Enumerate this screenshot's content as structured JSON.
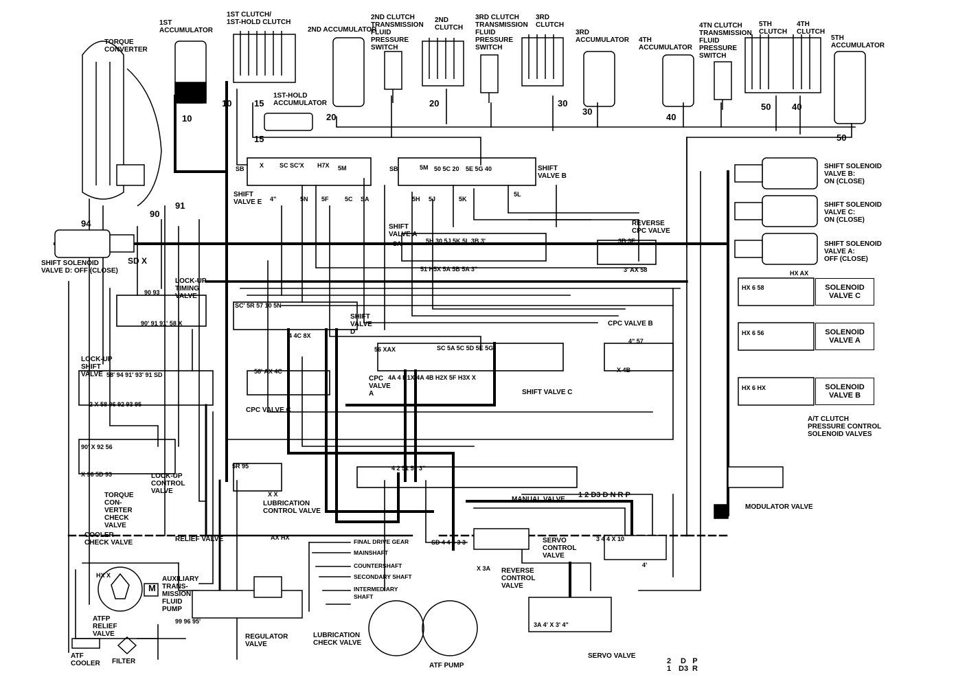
{
  "components": {
    "torque_converter": "TORQUE\nCONVERTER",
    "acc_1st": "1ST\nACCUMULATOR",
    "clutch_1st": "1ST CLUTCH/\n1ST-HOLD CLUTCH",
    "acc_2nd": "2ND ACCUMULATOR",
    "clutch2_tfps": "2ND CLUTCH\nTRANSMISSION\nFLUID\nPRESSURE\nSWITCH",
    "clutch_2nd": "2ND\nCLUTCH",
    "clutch3_tfps": "3RD CLUTCH\nTRANSMISSION\nFLUID\nPRESSURE\nSWITCH",
    "clutch_3rd": "3RD\nCLUTCH",
    "acc_3rd": "3RD\nACCUMULATOR",
    "acc_4th": "4TH\nACCUMULATOR",
    "clutch4_tfps": "4TN CLUTCH\nTRANSMISSION\nFLUID\nPRESSURE\nSWITCH",
    "clutch_5th": "5TH\nCLUTCH",
    "clutch_4th": "4TH\nCLUTCH",
    "acc_5th": "5TH\nACCUMULATOR",
    "acc_1st_hold": "1ST-HOLD\nACCUMULATOR",
    "ssv_b": "SHIFT SOLENOID\nVALVE B:\nON (CLOSE)",
    "ssv_c": "SHIFT SOLENOID\nVALVE C:\nON (CLOSE)",
    "ssv_a": "SHIFT SOLENOID\nVALVE A:\nOFF (CLOSE)",
    "ssv_d": "SHIFT SOLENOID\nVALVE D: OFF (CLOSE)",
    "shift_valve_e": "SHIFT\nVALVE E",
    "shift_valve_b": "SHIFT\nVALVE B",
    "shift_valve_a": "SHIFT\nVALVE A",
    "reverse_cpc": "REVERSE\nCPC VALVE",
    "lockup_timing": "LOCK-UP\nTIMING\nVALVE",
    "shift_valve_d": "SHIFT\nVALVE\nD",
    "cpc_valve_b": "CPC VALVE B",
    "lockup_shift": "LOCK-UP\nSHIFT\nVALVE",
    "cpc_valve_a": "CPC\nVALVE\nA",
    "cpc_valve_c": "CPC VALVE C",
    "shift_valve_c": "SHIFT VALVE C",
    "sol_c": "SOLENOID\nVALVE C",
    "sol_a": "SOLENOID\nVALVE A",
    "sol_b": "SOLENOID\nVALVE B",
    "at_clutch": "A/T CLUTCH\nPRESSURE CONTROL\nSOLENOID VALVES",
    "lockup_control": "LOCK-UP\nCONTROL\nVALVE",
    "tc_check": "TORQUE\nCON-\nVERTER\nCHECK\nVALVE",
    "lube_control": "LUBRICATION\nCONTROL VALVE",
    "manual_valve": "MANUAL VALVE",
    "modulator": "MODULATOR VALVE",
    "cooler_check": "COOLER\nCHECK VALVE",
    "relief": "RELIEF VALVE",
    "final_drive": "FINAL DRIVE GEAR",
    "mainshaft": "MAINSHAFT",
    "countershaft": "COUNTERSHAFT",
    "secondary_shaft": "SECONDARY SHAFT",
    "intermediary_shaft": "INTERMEDIARY\nSHAFT",
    "servo_control": "SERVO\nCONTROL\nVALVE",
    "reverse_control": "REVERSE\nCONTROL\nVALVE",
    "aux_pump": "AUXILIARY\nTRANS-\nMISSION\nFLUID\nPUMP",
    "atfp_relief": "ATFP\nRELIEF\nVALVE",
    "regulator": "REGULATOR\nVALVE",
    "lube_check": "LUBRICATION\nCHECK VALVE",
    "atf_pump": "ATF PUMP",
    "servo_valve": "SERVO VALVE",
    "atf_cooler": "ATF\nCOOLER",
    "filter": "FILTER",
    "motor": "M"
  },
  "manual_positions": "1 2 D3 D N R P",
  "lever_positions": [
    "2\n1",
    "D\nD3",
    "P\nR"
  ],
  "line_numbers": [
    {
      "id": "n10a",
      "t": "10"
    },
    {
      "id": "n10b",
      "t": "10"
    },
    {
      "id": "n15",
      "t": "15"
    },
    {
      "id": "n15b",
      "t": "15"
    },
    {
      "id": "n20a",
      "t": "20"
    },
    {
      "id": "n20b",
      "t": "20"
    },
    {
      "id": "n30a",
      "t": "30"
    },
    {
      "id": "n30b",
      "t": "30"
    },
    {
      "id": "n40a",
      "t": "40"
    },
    {
      "id": "n40b",
      "t": "40"
    },
    {
      "id": "n50a",
      "t": "50"
    },
    {
      "id": "n50b",
      "t": "50"
    },
    {
      "id": "n91",
      "t": "91"
    },
    {
      "id": "n90",
      "t": "90"
    },
    {
      "id": "n94",
      "t": "94"
    }
  ],
  "port_labels": [
    {
      "id": "p1",
      "t": "SB"
    },
    {
      "id": "p2",
      "t": "X"
    },
    {
      "id": "p3",
      "t": "SC SC'X"
    },
    {
      "id": "p4",
      "t": "H7X"
    },
    {
      "id": "p5",
      "t": "5M"
    },
    {
      "id": "p6",
      "t": "SB"
    },
    {
      "id": "p7",
      "t": "5M"
    },
    {
      "id": "p8",
      "t": "50 5C 20"
    },
    {
      "id": "p9",
      "t": "5E 5G 40"
    },
    {
      "id": "p10",
      "t": "4\""
    },
    {
      "id": "p11",
      "t": "5N"
    },
    {
      "id": "p12",
      "t": "5F"
    },
    {
      "id": "p13",
      "t": "5C"
    },
    {
      "id": "p14",
      "t": "SA"
    },
    {
      "id": "p15",
      "t": "5H"
    },
    {
      "id": "p16",
      "t": "5J"
    },
    {
      "id": "p17",
      "t": "5K"
    },
    {
      "id": "p18",
      "t": "5L"
    },
    {
      "id": "p19",
      "t": "5H 30 5J 5K 5L 3B 3'"
    },
    {
      "id": "p20",
      "t": "SA"
    },
    {
      "id": "p21",
      "t": "51 H5X 5A 5B 5A 3\""
    },
    {
      "id": "p22",
      "t": "3B 3E"
    },
    {
      "id": "p23",
      "t": "3' AX 58"
    },
    {
      "id": "p24",
      "t": "SC' 5R 57 10 5N"
    },
    {
      "id": "p25",
      "t": "4 4C 8X"
    },
    {
      "id": "p26",
      "t": "56 XAX"
    },
    {
      "id": "p27",
      "t": "SC 5A 5C 5D 5E 5G"
    },
    {
      "id": "p28",
      "t": "4A 4 H1X 4A 4B H2X 5F H3X X"
    },
    {
      "id": "p29",
      "t": "4\" 57"
    },
    {
      "id": "p30",
      "t": "X 4B"
    },
    {
      "id": "p31",
      "t": "58' AX 4C"
    },
    {
      "id": "p32",
      "t": "90 93"
    },
    {
      "id": "p33",
      "t": "90' 91 91' 58 X"
    },
    {
      "id": "p34",
      "t": "58' 94 91' 93' 91 SD"
    },
    {
      "id": "p35",
      "t": "2 X 58 96 92 93 95"
    },
    {
      "id": "p36",
      "t": "90' X 92 56"
    },
    {
      "id": "p37",
      "t": "X 96 5D 93"
    },
    {
      "id": "p38",
      "t": "5R 95"
    },
    {
      "id": "p39",
      "t": "X X"
    },
    {
      "id": "p40",
      "t": "4 2 51 50 3\""
    },
    {
      "id": "p41",
      "t": "SD 4 4 4 3 3"
    },
    {
      "id": "p42",
      "t": "X 3A"
    },
    {
      "id": "p43",
      "t": "3 4 4 X 10"
    },
    {
      "id": "p44",
      "t": "4'"
    },
    {
      "id": "p45",
      "t": "3A 4' X 3' 4\""
    },
    {
      "id": "p46",
      "t": "AX HX"
    },
    {
      "id": "p47",
      "t": "99 96 95'"
    },
    {
      "id": "p48",
      "t": "HX X"
    },
    {
      "id": "p49",
      "t": "SD X"
    },
    {
      "id": "p50",
      "t": "HX AX"
    },
    {
      "id": "p51",
      "t": "HX 6 58"
    },
    {
      "id": "p52",
      "t": "HX 6 56"
    },
    {
      "id": "p53",
      "t": "HX 6 HX"
    }
  ],
  "icons": [
    "torque-converter-icon",
    "solenoid-icon",
    "accumulator-icon",
    "clutch-icon",
    "pressure-switch-icon",
    "pump-icon",
    "filter-icon",
    "cooler-icon"
  ]
}
